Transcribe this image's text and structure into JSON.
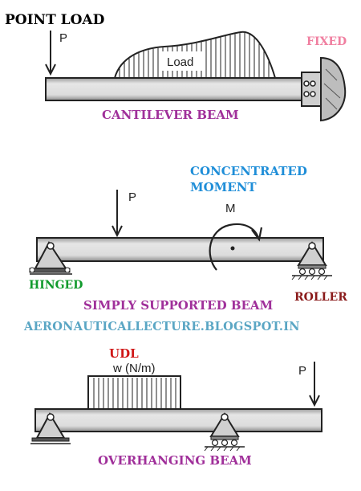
{
  "labels": {
    "point_load": "POINT LOAD",
    "p1": "P",
    "load": "Load",
    "fixed": "FIXED",
    "cantilever": "CANTILEVER BEAM",
    "concentrated": "CONCENTRATED",
    "moment": "MOMENT",
    "m": "M",
    "p2": "P",
    "hinged": "HINGED",
    "roller": "ROLLER",
    "simply_supported": "SIMPLY SUPPORTED BEAM",
    "watermark": "AERONAUTICALLECTURE.BLOGSPOT.IN",
    "udl": "UDL",
    "w": "w (N/m)",
    "p3": "P",
    "overhanging": "OVERHANGING BEAM"
  },
  "colors": {
    "purple": "#a0309a",
    "pink": "#f07fa0",
    "blue": "#1f8ed8",
    "green": "#109a2c",
    "red": "#d01818",
    "darkred": "#8a1a1a",
    "teal": "#5aa6c4",
    "beam_fill": "#d4d4d4",
    "beam_stroke": "#222222"
  }
}
